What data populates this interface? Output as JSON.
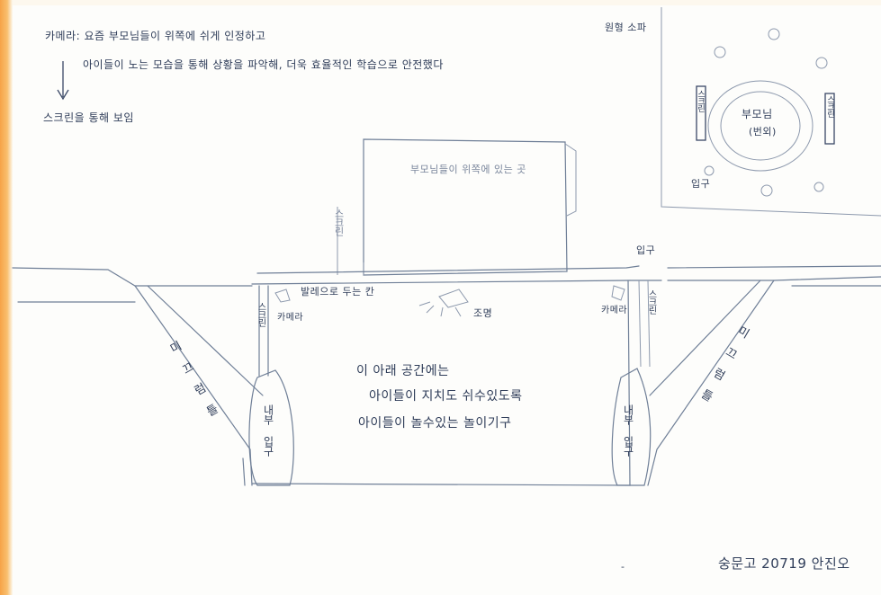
{
  "notes": {
    "line1": "카메라: 요즘 부모님들이 위쪽에 쉬게 인정하고",
    "line2": "아이들이 노는 모습을 통해 상황을 파악해, 더욱 효율적인 학습으로 안전했다",
    "arrow_note": "스크린을 통해 보임"
  },
  "inset": {
    "title": "원형 소파",
    "center_label": "부모님",
    "center_sub": "(번외)",
    "left_screen": "스크린",
    "right_screen": "스크린",
    "entrance": "입구"
  },
  "screen_board": {
    "label": "부모님들이 위쪽에 있는 곳",
    "left_side": "스크린"
  },
  "main_room": {
    "top_strip": "발레으로 두는 칸",
    "lighting": "조명",
    "left_camera": "카메라",
    "right_camera": "카메라",
    "left_screen": "스크린",
    "right_screen": "스크린",
    "entrance": "입구",
    "center_line1": "이 아래 공간에는",
    "center_line2": "아이들이 지치도 쉬수있도록",
    "center_line3": "아이들이 놀수있는 놀이기구",
    "left_inner_exit": "내부 입구",
    "right_inner_exit": "내부 입구",
    "left_slide": "미끄럼틀",
    "right_slide": "미끄럼틀"
  },
  "footer": {
    "dot": "-",
    "signature": "숭문고 20719 안진오"
  }
}
